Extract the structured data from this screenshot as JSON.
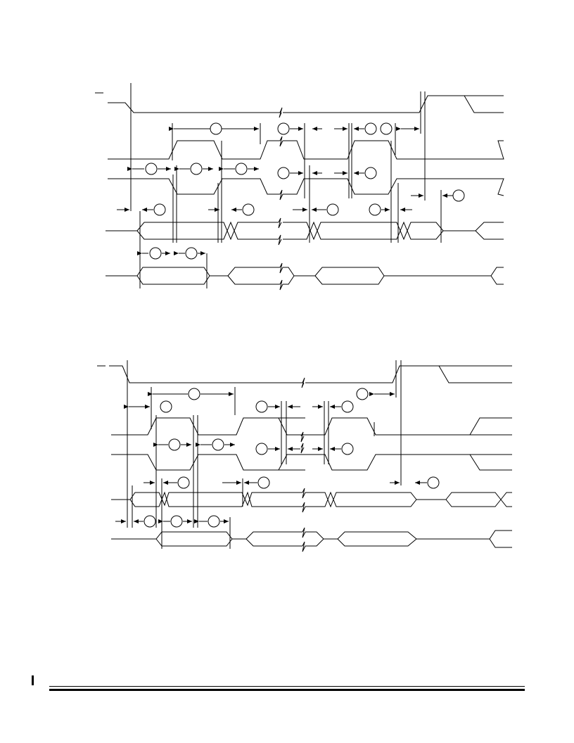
{
  "page": {
    "bar_mark": "I"
  },
  "diagrams": [
    {
      "name": "timing-diagram-upper"
    },
    {
      "name": "timing-diagram-lower"
    }
  ]
}
